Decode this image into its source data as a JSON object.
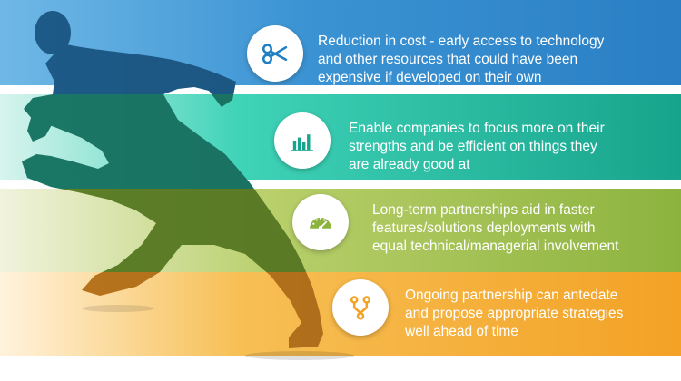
{
  "items": [
    {
      "text": "Reduction in cost - early access to technology\nand other resources that could have been\nexpensive if developed on their own",
      "icon": "scissors-icon"
    },
    {
      "text": "Enable companies to focus more on their\nstrengths and be efficient on things they\nare already good at",
      "icon": "bar-chart-icon"
    },
    {
      "text": "Long-term partnerships aid in faster\nfeatures/solutions deployments with\nequal technical/managerial involvement",
      "icon": "speedometer-icon"
    },
    {
      "text": "Ongoing partnership can antedate\nand propose appropriate strategies\nwell ahead of time",
      "icon": "branch-icon"
    }
  ],
  "colors": {
    "band_1": "#2a7fc4",
    "band_2": "#17a48c",
    "band_3": "#8db33f",
    "band_4": "#f3a225",
    "runner_top": "#1b4f78",
    "runner_middle": "#1a7363",
    "runner_lower": "#5b7f26",
    "runner_bottom": "#b5701b"
  }
}
